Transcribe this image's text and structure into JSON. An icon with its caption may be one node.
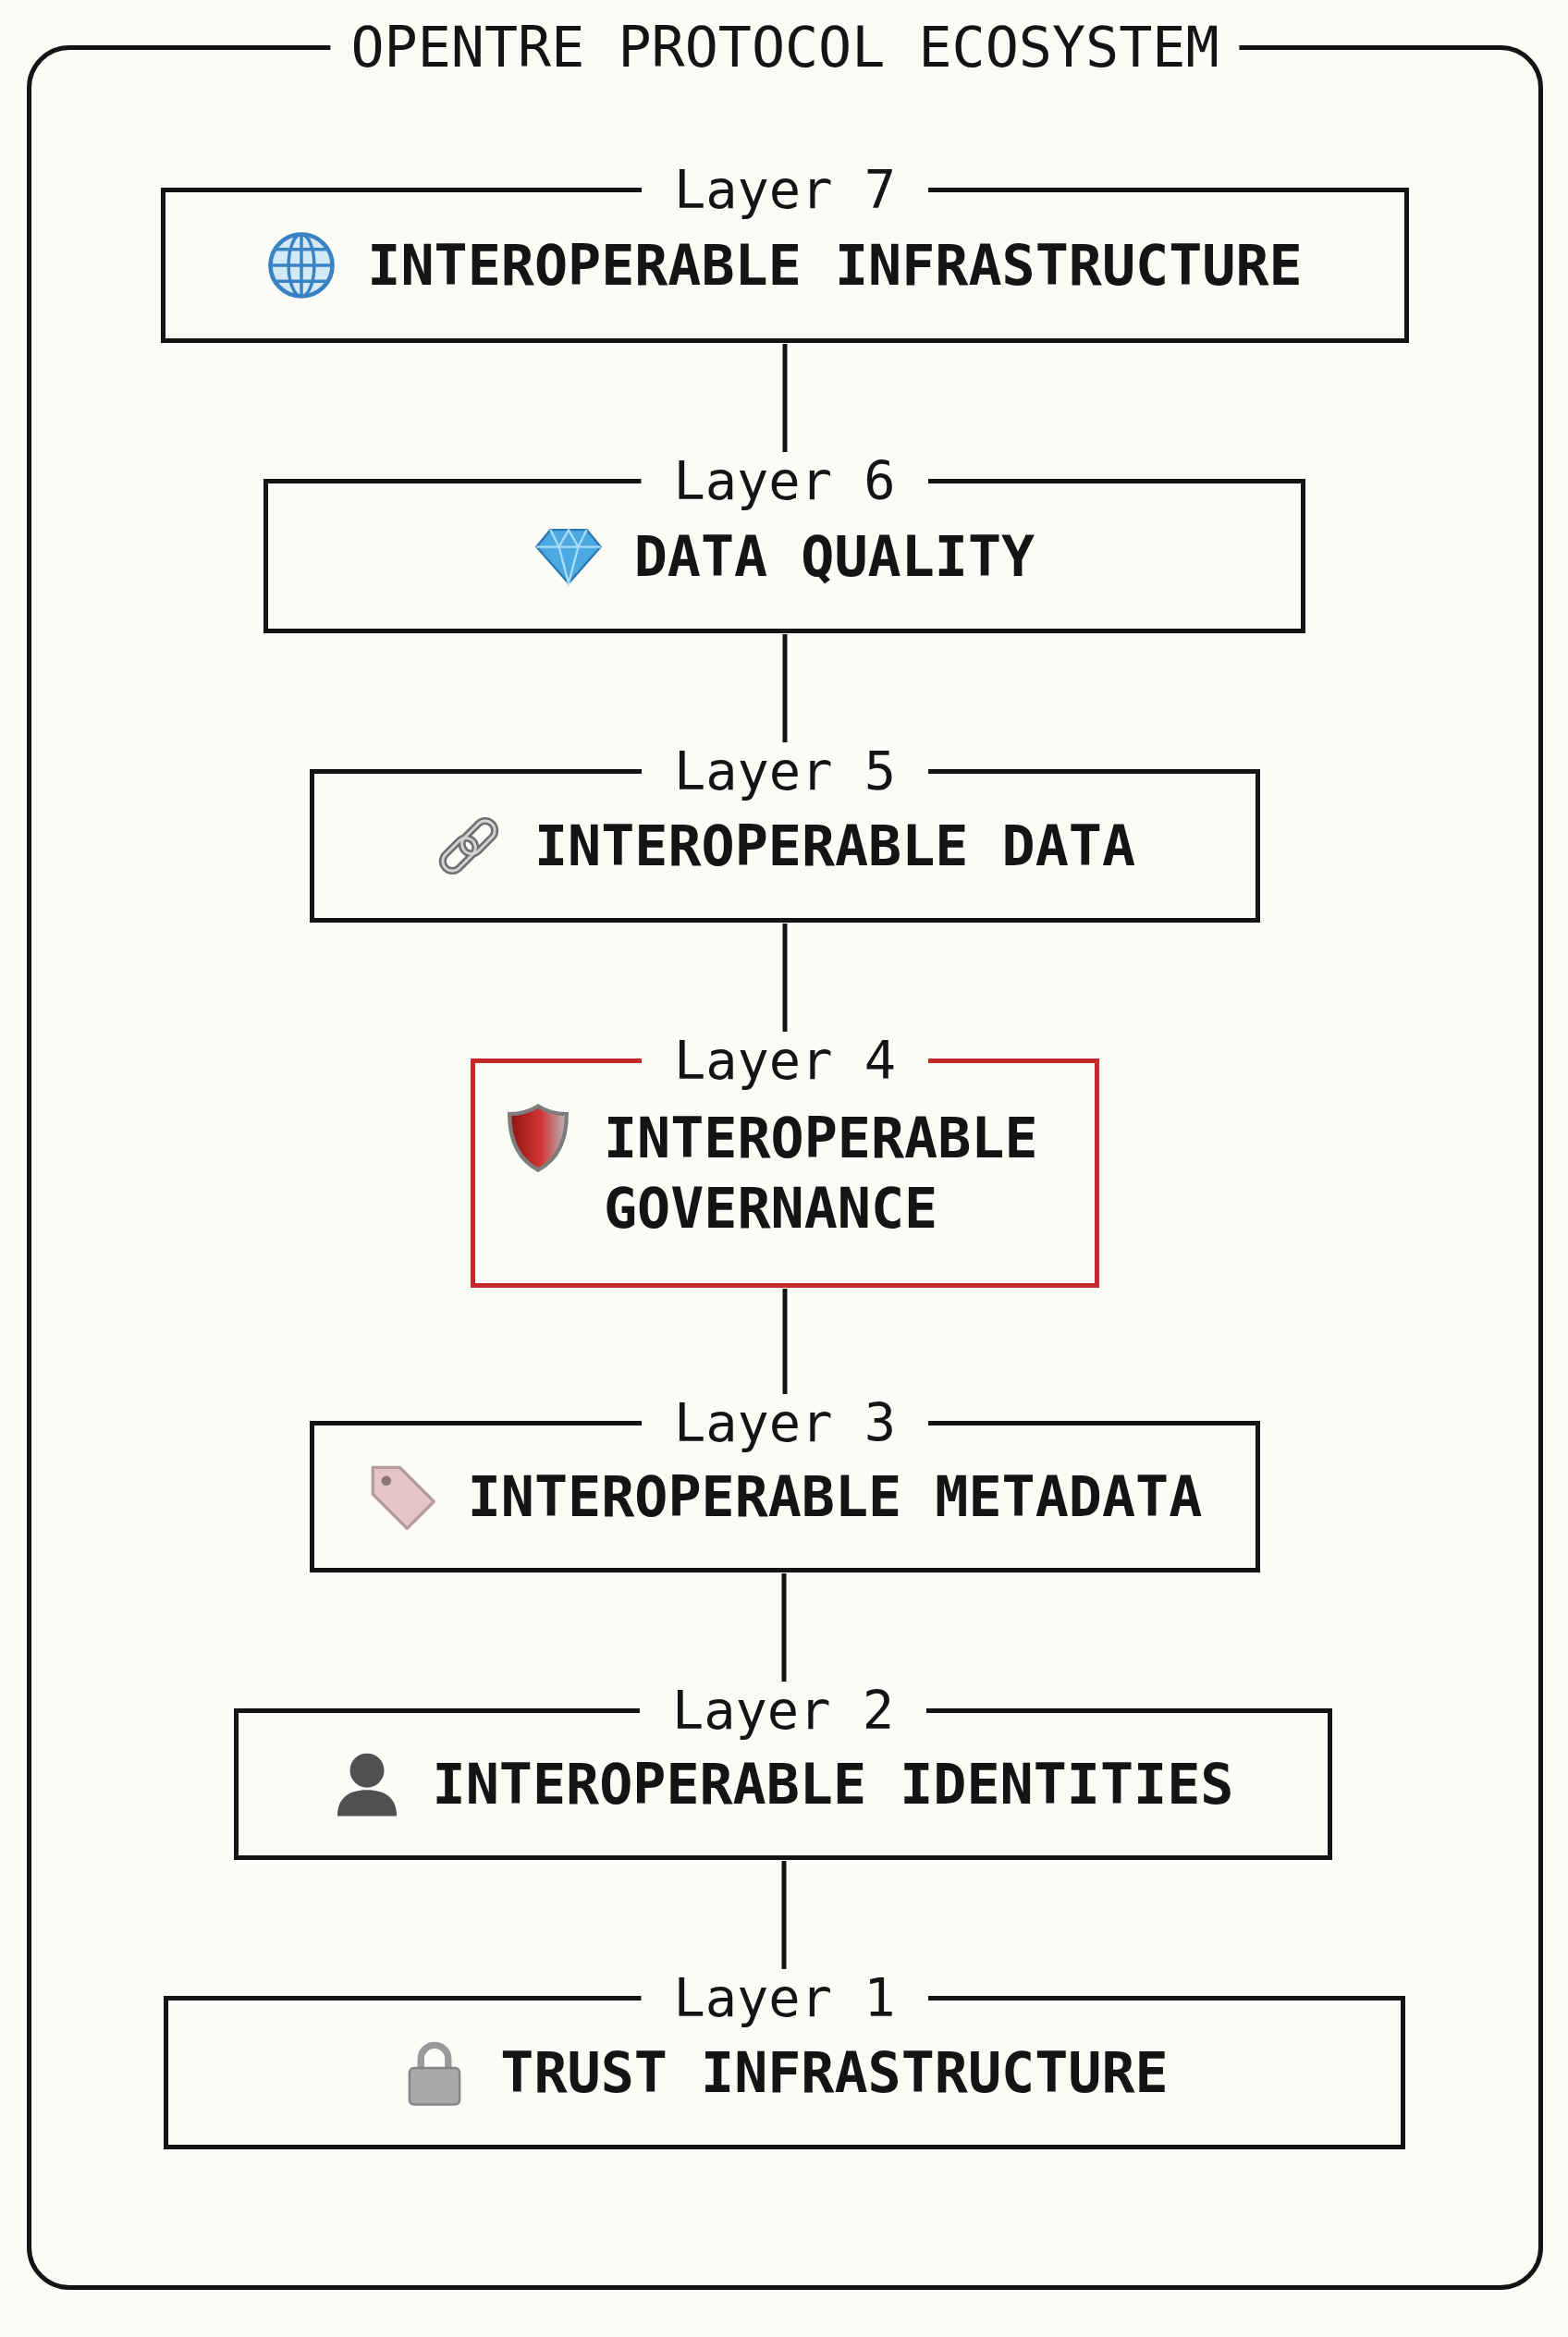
{
  "diagram": {
    "nodes": [
      {
        "text": [
          "OPENTRE PROTOCOL ECOSYSTEM"
        ]
      },
      {
        "text": [
          "Layer 7",
          "INTEROPERABLE INFRASTRUCTURE"
        ],
        "in": 0
      },
      {
        "text": [
          "Layer 6",
          "DATA QUALITY"
        ],
        "in": 0
      },
      {
        "text": [
          "Layer 5",
          "INTEROPERABLE DATA"
        ],
        "in": 0
      },
      {
        "text": [
          "Layer 4",
          "INTEROPERABLE GOVERNANCE"
        ],
        "in": 0
      },
      {
        "text": [
          "Layer 3",
          "INTEROPERABLE METADATA"
        ],
        "in": 0
      },
      {
        "text": [
          "Layer 2",
          "INTEROPERABLE IDENTITIES"
        ],
        "in": 0
      },
      {
        "text": [
          "Layer 1",
          "TRUST INFRASTRUCTURE"
        ],
        "in": 0
      }
    ],
    "edges": [
      {
        "from": 1,
        "to": 2,
        "arrow": "none"
      },
      {
        "from": 2,
        "to": 3,
        "arrow": "none"
      },
      {
        "from": 3,
        "to": 4,
        "arrow": "none"
      },
      {
        "from": 4,
        "to": 5,
        "arrow": "none"
      },
      {
        "from": 5,
        "to": 6,
        "arrow": "none"
      },
      {
        "from": 6,
        "to": 7,
        "arrow": "none"
      }
    ]
  }
}
